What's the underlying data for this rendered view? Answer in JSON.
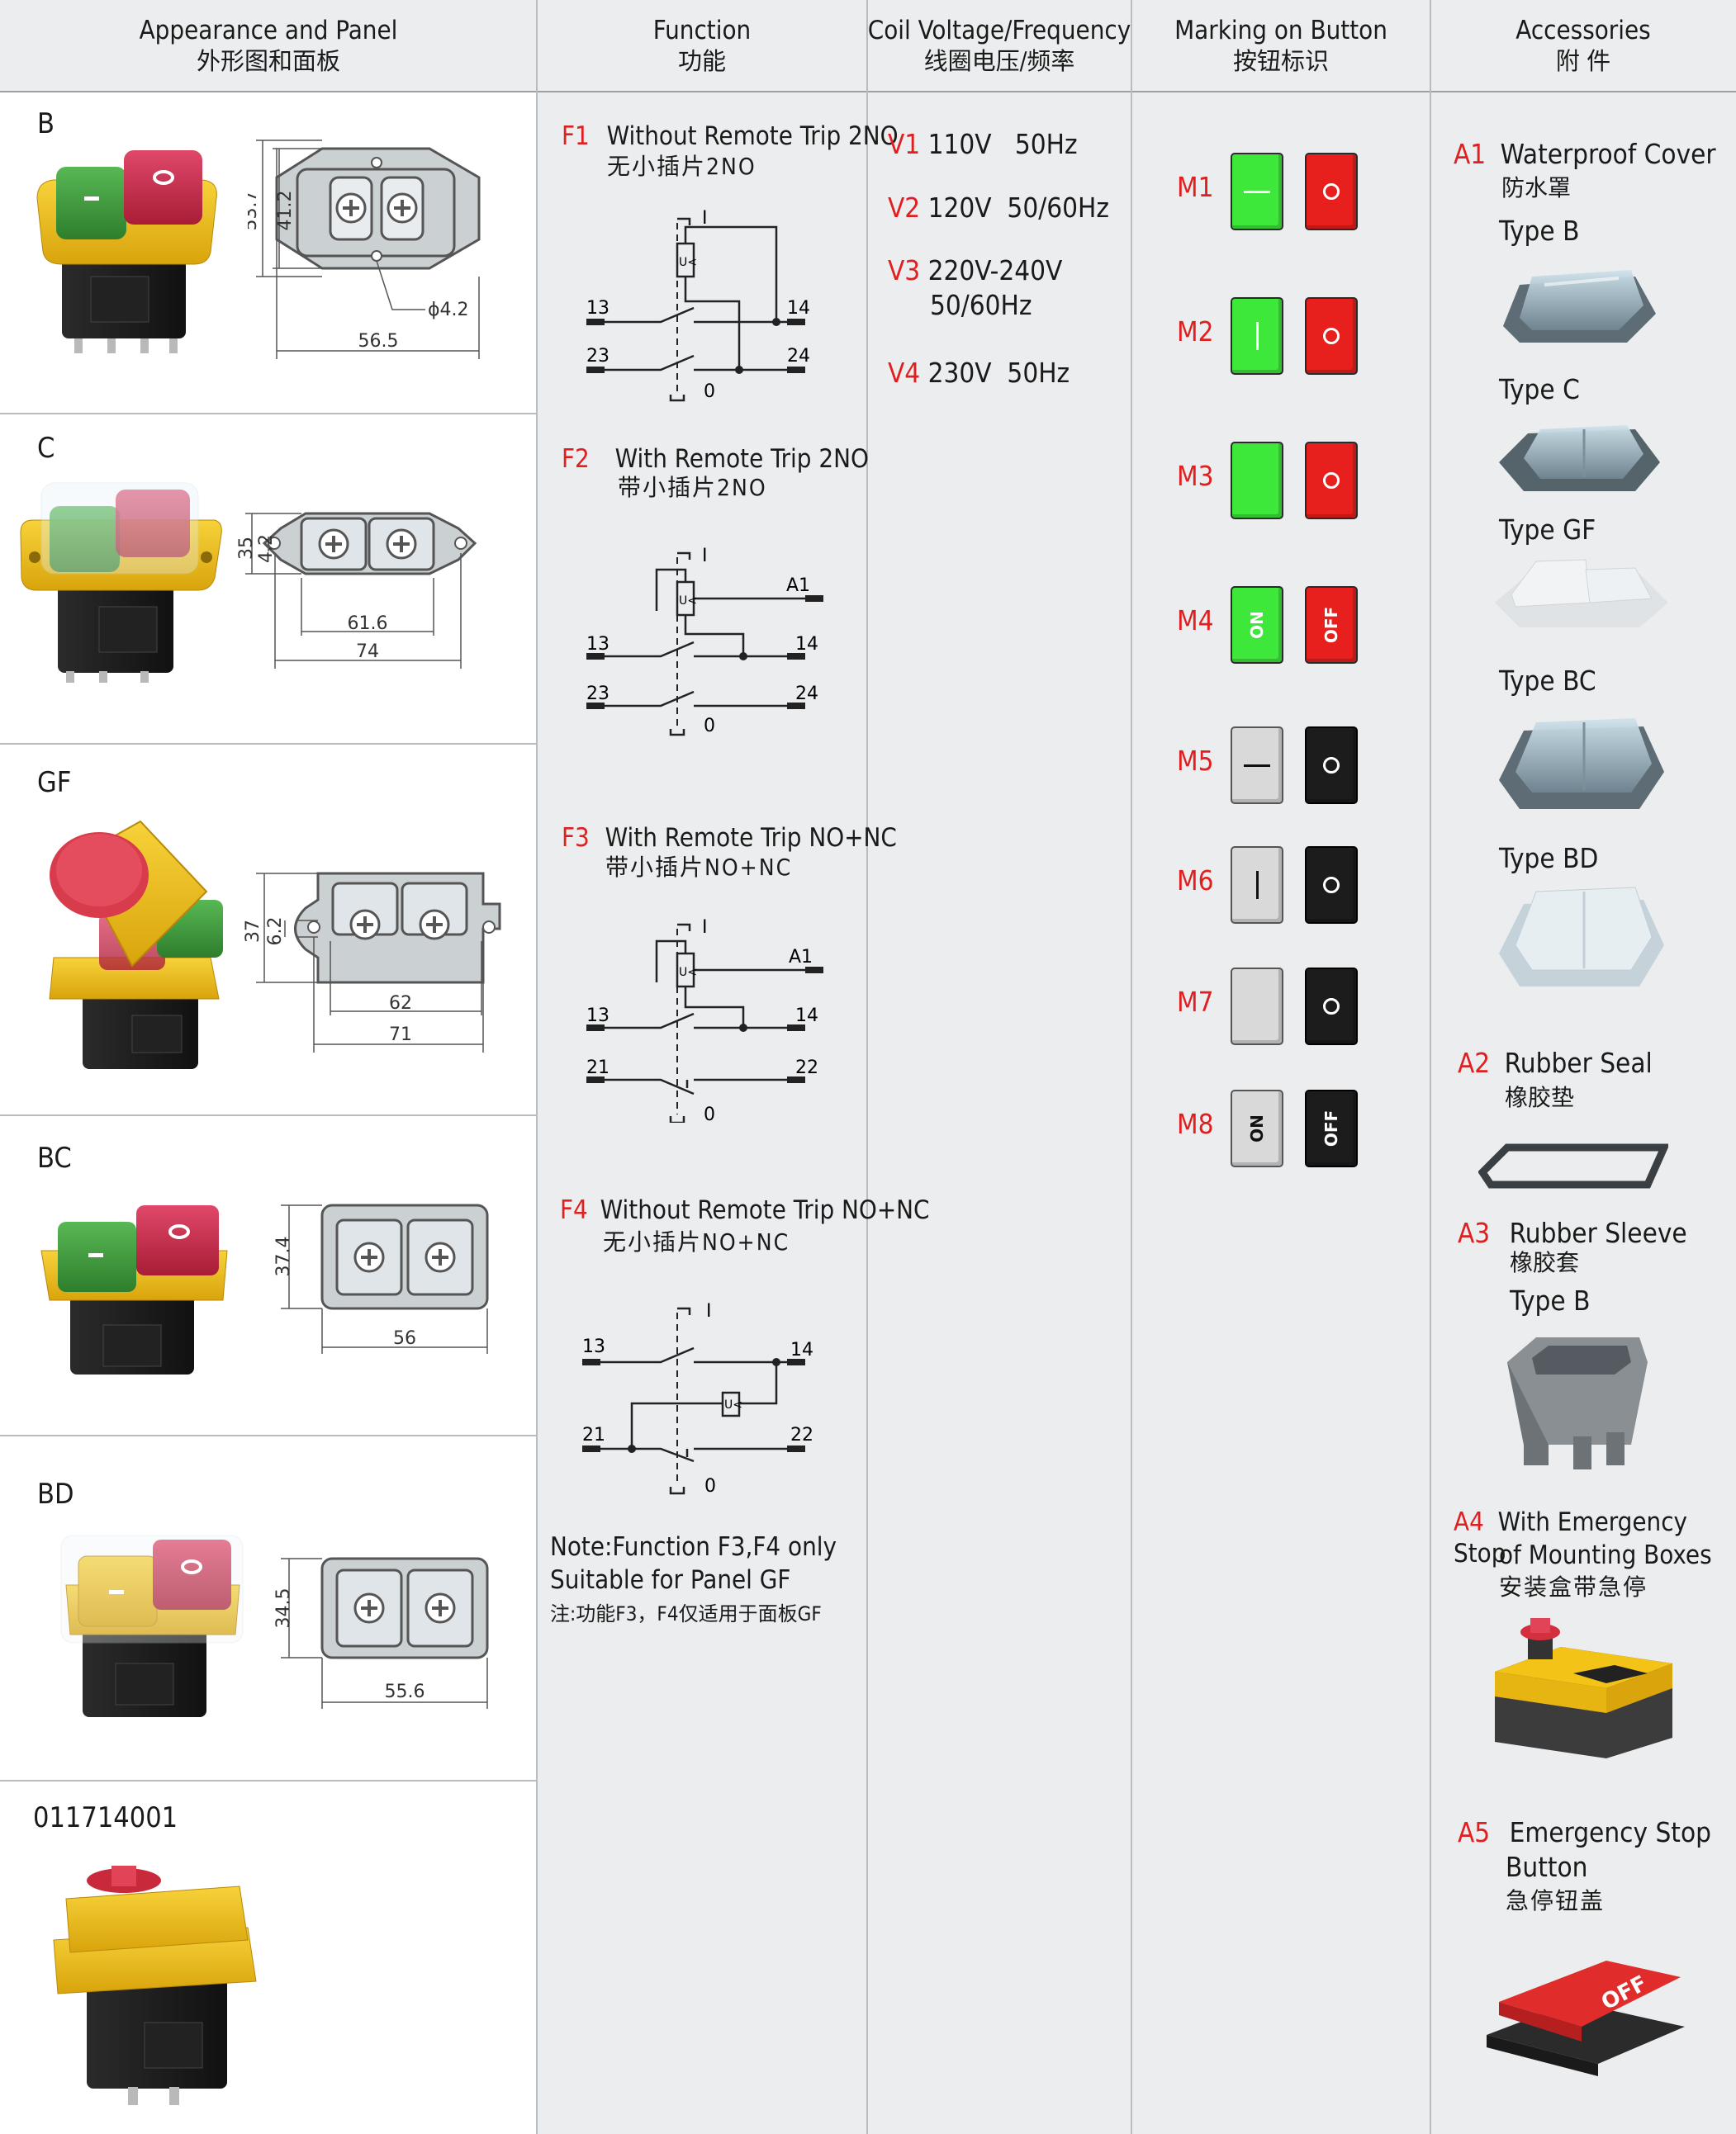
{
  "headers": [
    {
      "en": "Appearance and Panel",
      "cn": "外形图和面板"
    },
    {
      "en": "Function",
      "cn": "功能"
    },
    {
      "en": "Coil Voltage/Frequency",
      "cn": "线圈电压/频率"
    },
    {
      "en": "Marking on Button",
      "cn": "按钮标识"
    },
    {
      "en": "Accessories",
      "cn": "附 件"
    }
  ],
  "panels": [
    {
      "label": "B",
      "dims": {
        "h1": "53.7",
        "h2": "41.2",
        "w1": "56.5",
        "hole": "ϕ4.2"
      }
    },
    {
      "label": "C",
      "dims": {
        "h1": "35",
        "h2": "4.2",
        "w1": "61.6",
        "w2": "74"
      }
    },
    {
      "label": "GF",
      "dims": {
        "h1": "37",
        "h2": "6.2",
        "w1": "62",
        "w2": "71"
      }
    },
    {
      "label": "BC",
      "dims": {
        "h1": "37.4",
        "w1": "56"
      }
    },
    {
      "label": "BD",
      "dims": {
        "h1": "34.5",
        "w1": "55.6"
      }
    },
    {
      "label": "011714001"
    }
  ],
  "functions": [
    {
      "code": "F1",
      "en": "Without Remote Trip  2NO",
      "cn": "无小插片2NO"
    },
    {
      "code": "F2",
      "en": "With Remote Trip  2NO",
      "cn": "带小插片2NO"
    },
    {
      "code": "F3",
      "en": "With Remote Trip NO+NC",
      "cn": "带小插片NO+NC"
    },
    {
      "code": "F4",
      "en": "Without Remote Trip NO+NC",
      "cn": "无小插片NO+NC"
    }
  ],
  "diagram_labels": {
    "i": "I",
    "o": "0",
    "uc": "U<",
    "a1": "A1",
    "t13": "13",
    "t14": "14",
    "t23": "23",
    "t24": "24",
    "t21": "21",
    "t22": "22"
  },
  "note": {
    "en_line1": "Note:Function F3,F4 only",
    "en_line2": "Suitable for Panel GF",
    "cn": "注:功能F3，F4仅适用于面板GF"
  },
  "voltages": [
    {
      "code": "V1",
      "text": "110V   50Hz"
    },
    {
      "code": "V2",
      "text": "120V  50/60Hz"
    },
    {
      "code": "V3",
      "text": "220V-240V",
      "text2": "50/60Hz"
    },
    {
      "code": "V4",
      "text": "230V  50Hz"
    }
  ],
  "markings": [
    {
      "code": "M1",
      "on_color": "#3ee83b",
      "off_color": "#e8201d",
      "on_symbol": "dash",
      "off_symbol": "circle"
    },
    {
      "code": "M2",
      "on_color": "#3ee83b",
      "off_color": "#e8201d",
      "on_symbol": "bar",
      "off_symbol": "circle"
    },
    {
      "code": "M3",
      "on_color": "#3ee83b",
      "off_color": "#e8201d",
      "on_symbol": "none",
      "off_symbol": "circle"
    },
    {
      "code": "M4",
      "on_color": "#3ee83b",
      "off_color": "#e8201d",
      "on_text": "ON",
      "off_text": "OFF"
    },
    {
      "code": "M5",
      "on_color": "#d9d9d9",
      "off_color": "#1c1c1c",
      "on_symbol": "dash",
      "off_symbol": "circle"
    },
    {
      "code": "M6",
      "on_color": "#d9d9d9",
      "off_color": "#1c1c1c",
      "on_symbol": "bar",
      "off_symbol": "circle"
    },
    {
      "code": "M7",
      "on_color": "#d9d9d9",
      "off_color": "#1c1c1c",
      "on_symbol": "none",
      "off_symbol": "circle"
    },
    {
      "code": "M8",
      "on_color": "#d9d9d9",
      "off_color": "#1c1c1c",
      "on_text": "ON",
      "off_text": "OFF"
    }
  ],
  "accessories": [
    {
      "code": "A1",
      "en": "Waterproof Cover",
      "cn": "防水罩",
      "types": [
        "Type B",
        "Type C",
        "Type GF",
        "Type BC",
        "Type BD"
      ]
    },
    {
      "code": "A2",
      "en": "Rubber Seal",
      "cn": "橡胶垫"
    },
    {
      "code": "A3",
      "en": "Rubber Sleeve",
      "cn": "橡胶套",
      "types": [
        "Type B"
      ]
    },
    {
      "code": "A4",
      "en": "With Emergency Stop",
      "en2": "of Mounting Boxes",
      "cn": "安装盒带急停"
    },
    {
      "code": "A5",
      "en": "Emergency Stop",
      "en2": "Button",
      "cn": "急停钮盖",
      "label_text": "OFF"
    }
  ],
  "colors": {
    "accent_red": "#e02020",
    "header_bg": "#ebedee",
    "switch_yellow": "#f3c318",
    "switch_green": "#3e9a3c",
    "switch_red": "#c8283a"
  }
}
